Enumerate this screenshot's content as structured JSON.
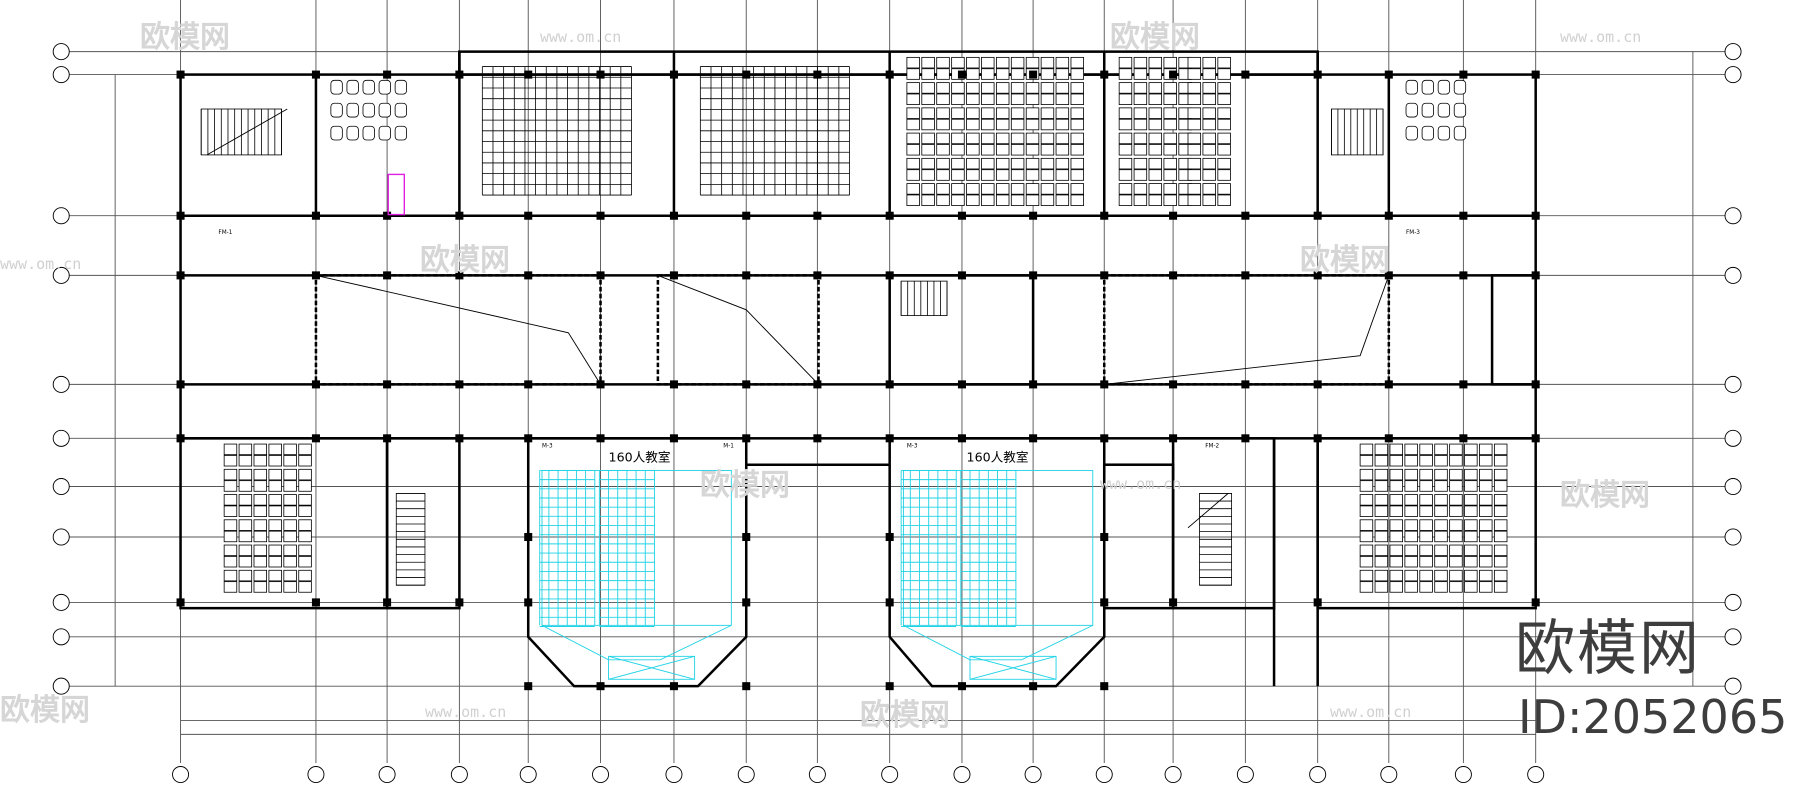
{
  "drawing": {
    "rooms": {
      "classroom_left": "160人教室",
      "classroom_right": "160人教室"
    },
    "door_tags": [
      "FM-1",
      "M-3",
      "M-1",
      "FM-2",
      "M-3",
      "FM-3"
    ],
    "colors": {
      "lines": "#000000",
      "seating_grid": "#22d3e6",
      "highlight": "#e020e0",
      "watermark": "#d6d6d6",
      "brand_text": "#3d3d3d"
    }
  },
  "watermark": {
    "brand": "欧模网",
    "url": "www.om.cn",
    "id": "ID:2052065"
  }
}
